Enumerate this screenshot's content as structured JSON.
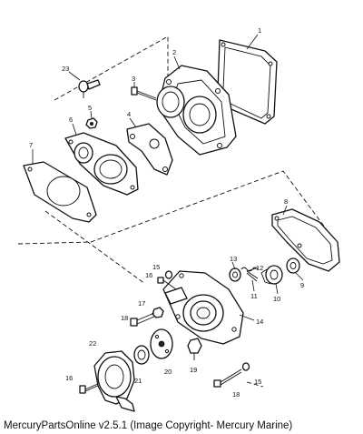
{
  "diagram": {
    "callouts": {
      "p1": "1",
      "p2": "2",
      "p3": "3",
      "p4": "4",
      "p5": "5",
      "p6": "6",
      "p7": "7",
      "p8": "8",
      "p9": "9",
      "p10": "10",
      "p11": "11",
      "p12": "12",
      "p13": "13",
      "p14": "14",
      "p15a": "15",
      "p15b": "15",
      "p16a": "16",
      "p16b": "16",
      "p17": "17",
      "p18a": "18",
      "p18b": "18",
      "p19": "19",
      "p20": "20",
      "p21": "21",
      "p22": "22",
      "p23": "23"
    }
  },
  "footer": {
    "caption": "MercuryPartsOnline v2.5.1 (Image Copyright- Mercury Marine)"
  }
}
